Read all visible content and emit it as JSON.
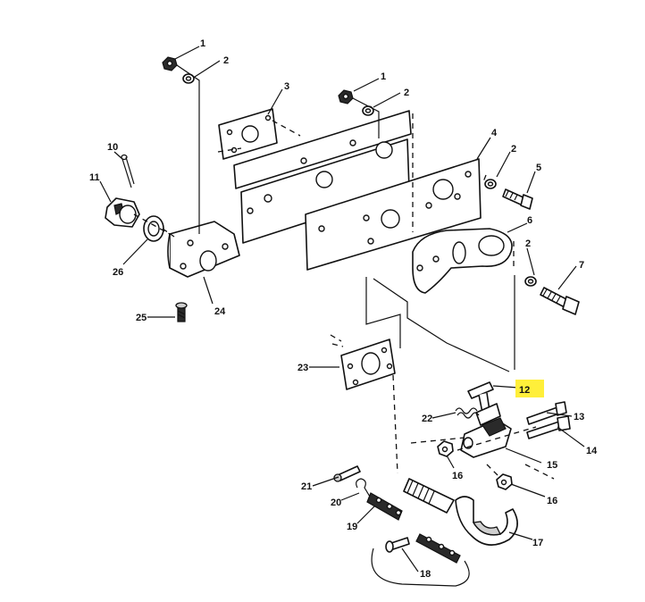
{
  "callouts": [
    {
      "id": "c1a",
      "label": "1"
    },
    {
      "id": "c2a",
      "label": "2"
    },
    {
      "id": "c3",
      "label": "3"
    },
    {
      "id": "c1b",
      "label": "1"
    },
    {
      "id": "c2b",
      "label": "2"
    },
    {
      "id": "c4",
      "label": "4"
    },
    {
      "id": "c2c",
      "label": "2"
    },
    {
      "id": "c5",
      "label": "5"
    },
    {
      "id": "c6",
      "label": "6"
    },
    {
      "id": "c2d",
      "label": "2"
    },
    {
      "id": "c7",
      "label": "7"
    },
    {
      "id": "c10",
      "label": "10"
    },
    {
      "id": "c11",
      "label": "11"
    },
    {
      "id": "c26",
      "label": "26"
    },
    {
      "id": "c24",
      "label": "24"
    },
    {
      "id": "c25",
      "label": "25"
    },
    {
      "id": "c23",
      "label": "23"
    },
    {
      "id": "c12",
      "label": "12"
    },
    {
      "id": "c22",
      "label": "22"
    },
    {
      "id": "c13",
      "label": "13"
    },
    {
      "id": "c14",
      "label": "14"
    },
    {
      "id": "c15",
      "label": "15"
    },
    {
      "id": "c16a",
      "label": "16"
    },
    {
      "id": "c16b",
      "label": "16"
    },
    {
      "id": "c21",
      "label": "21"
    },
    {
      "id": "c20",
      "label": "20"
    },
    {
      "id": "c19",
      "label": "19"
    },
    {
      "id": "c17",
      "label": "17"
    },
    {
      "id": "c18",
      "label": "18"
    }
  ],
  "highlight_color": "#ffef3a",
  "highlighted_callout": "12"
}
